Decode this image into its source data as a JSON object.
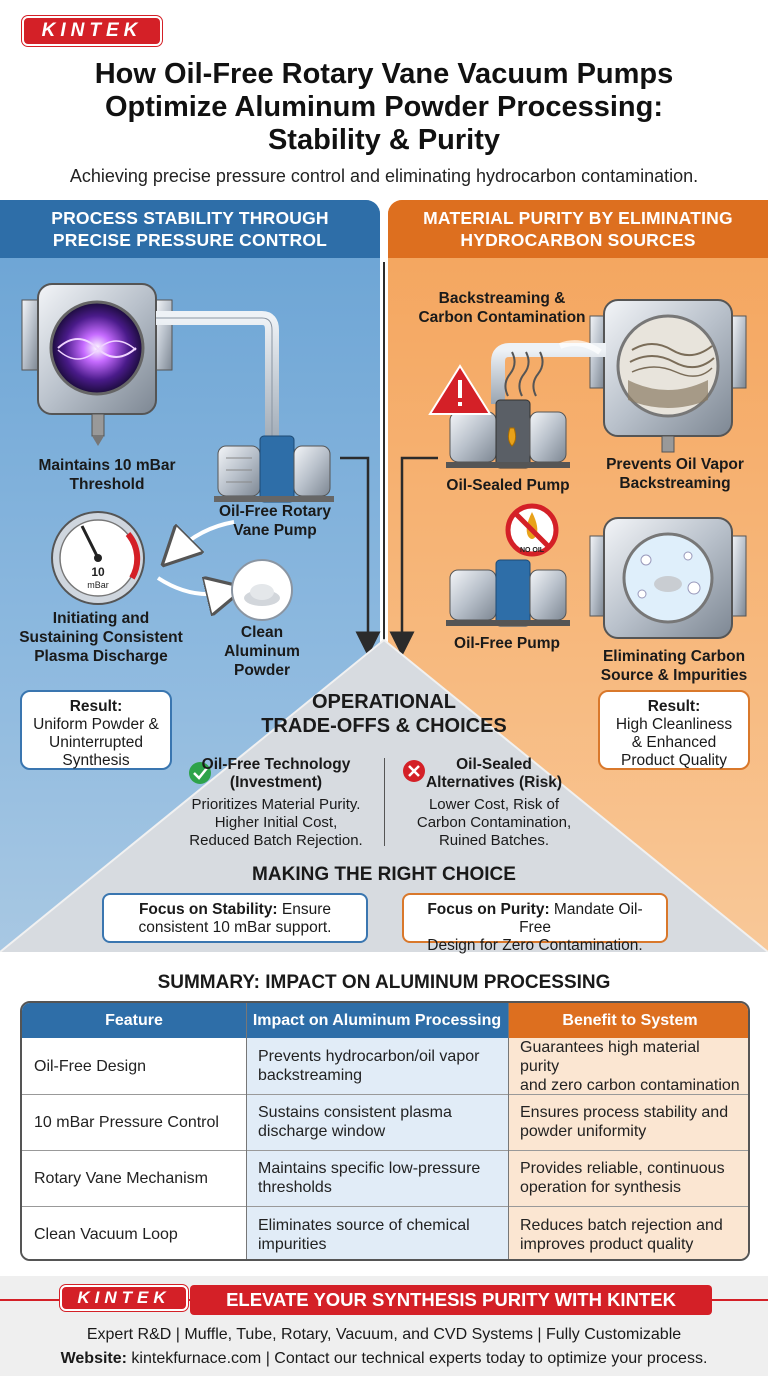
{
  "brand": {
    "logo_text": "KINTEK",
    "red": "#d42027"
  },
  "header": {
    "title_lines": [
      "How Oil-Free Rotary Vane Vacuum Pumps",
      "Optimize Aluminum Powder Processing:",
      "Stability & Purity"
    ],
    "subtitle": "Achieving precise pressure control and eliminating hydrocarbon contamination."
  },
  "left_panel": {
    "header_lines": [
      "PROCESS STABILITY THROUGH",
      "PRECISE PRESSURE CONTROL"
    ],
    "color": "#2e6ea8",
    "threshold_label": [
      "Maintains 10 mBar",
      "Threshold"
    ],
    "pump_label": [
      "Oil-Free Rotary",
      "Vane Pump"
    ],
    "gauge_value": "10",
    "gauge_unit": "mBar",
    "plasma_label": [
      "Initiating and",
      "Sustaining Consistent",
      "Plasma Discharge"
    ],
    "powder_label": [
      "Clean",
      "Aluminum",
      "Powder"
    ],
    "result_title": "Result:",
    "result_lines": [
      "Uniform Powder &",
      "Uninterrupted",
      "Synthesis"
    ]
  },
  "right_panel": {
    "header_lines": [
      "MATERIAL PURITY BY ELIMINATING",
      "HYDROCARBON SOURCES"
    ],
    "color": "#dd6f1f",
    "backstream_label": [
      "Backstreaming &",
      "Carbon Contamination"
    ],
    "oil_sealed_label": "Oil-Sealed Pump",
    "prevents_label": [
      "Prevents Oil Vapor",
      "Backstreaming"
    ],
    "no_oil_text": "NO OIL",
    "oil_free_label": "Oil-Free Pump",
    "eliminating_label": [
      "Eliminating Carbon",
      "Source & Impurities"
    ],
    "result_title": "Result:",
    "result_lines": [
      "High Cleanliness",
      "& Enhanced",
      "Product Quality"
    ]
  },
  "tradeoffs": {
    "title_lines": [
      "OPERATIONAL",
      "TRADE-OFFS & CHOICES"
    ],
    "left": {
      "title_lines": [
        "Oil-Free Technology",
        "(Investment)"
      ],
      "body_lines": [
        "Prioritizes Material Purity.",
        "Higher Initial Cost,",
        "Reduced Batch Rejection."
      ]
    },
    "right": {
      "title_lines": [
        "Oil-Sealed",
        "Alternatives (Risk)"
      ],
      "body_lines": [
        "Lower Cost, Risk of",
        "Carbon Contamination,",
        "Ruined Batches."
      ]
    },
    "choice_title": "MAKING THE RIGHT CHOICE",
    "focus_left": {
      "bold": "Focus on Stability:",
      "rest": " Ensure",
      "line2": "consistent 10 mBar support."
    },
    "focus_right": {
      "bold": "Focus on Purity:",
      "rest": " Mandate Oil-Free",
      "line2": "Design for Zero Contamination."
    }
  },
  "summary": {
    "title": "SUMMARY: IMPACT ON ALUMINUM PROCESSING",
    "headers": [
      "Feature",
      "Impact on Aluminum Processing",
      "Benefit to System"
    ],
    "rows": [
      {
        "feature": "Oil-Free Design",
        "impact": [
          "Prevents hydrocarbon/oil vapor",
          "backstreaming"
        ],
        "benefit": [
          "Guarantees high material purity",
          "and zero carbon contamination"
        ]
      },
      {
        "feature": "10 mBar Pressure Control",
        "impact": [
          "Sustains consistent plasma",
          "discharge window"
        ],
        "benefit": [
          "Ensures process stability and",
          "powder uniformity"
        ]
      },
      {
        "feature": "Rotary Vane Mechanism",
        "impact": [
          "Maintains specific low-pressure",
          "thresholds"
        ],
        "benefit": [
          "Provides reliable, continuous",
          "operation for synthesis"
        ]
      },
      {
        "feature": "Clean Vacuum Loop",
        "impact": [
          "Eliminates source of chemical",
          "impurities"
        ],
        "benefit": [
          "Reduces batch rejection and",
          "improves product quality"
        ]
      }
    ]
  },
  "footer": {
    "cta": "ELEVATE YOUR SYNTHESIS PURITY WITH KINTEK",
    "line1": "Expert R&D  | Muffle, Tube, Rotary, Vacuum, and CVD Systems  |  Fully Customizable",
    "website_label": "Website:",
    "line2_rest": " kintekfurnace.com  | Contact our technical experts today to optimize your process."
  }
}
